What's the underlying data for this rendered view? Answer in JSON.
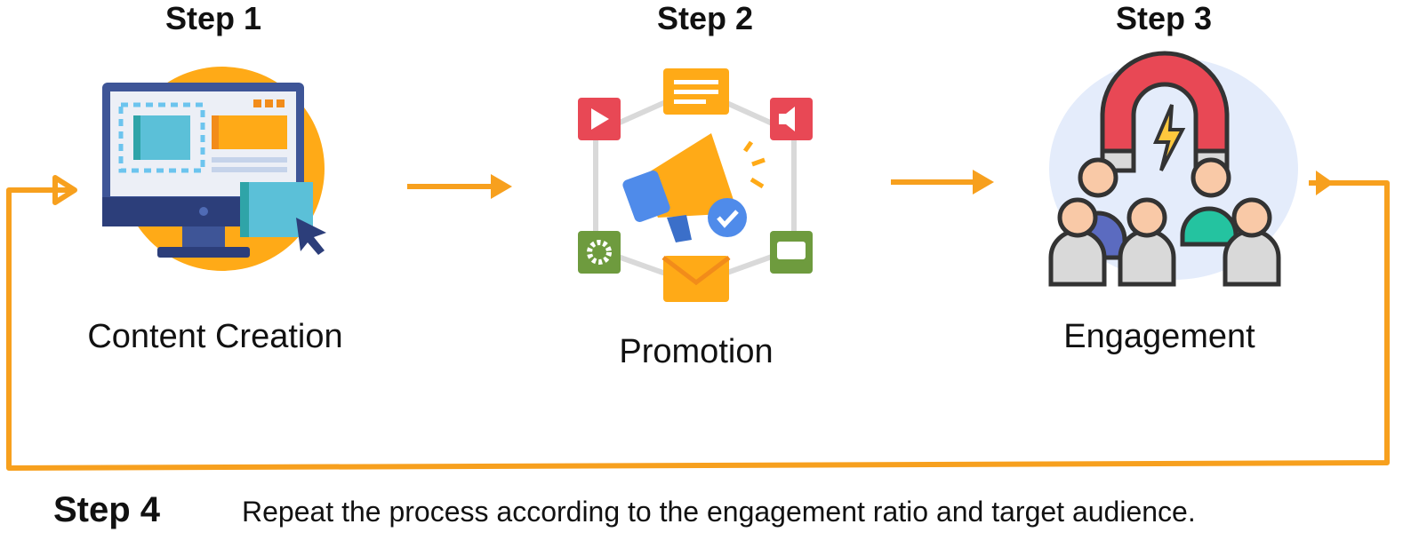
{
  "steps": [
    {
      "title": "Step 1",
      "label": "Content Creation",
      "icon": "computer-design-icon"
    },
    {
      "title": "Step 2",
      "label": "Promotion",
      "icon": "megaphone-channels-icon"
    },
    {
      "title": "Step 3",
      "label": "Engagement",
      "icon": "magnet-audience-icon"
    }
  ],
  "step4": {
    "title": "Step 4",
    "description": "Repeat the process according to the engagement ratio and target audience."
  },
  "colors": {
    "arrow": "#F7A01E",
    "orange": "#FFAA17",
    "blue": "#4F8BEA",
    "red": "#E84855",
    "navy": "#2C3E7A"
  }
}
